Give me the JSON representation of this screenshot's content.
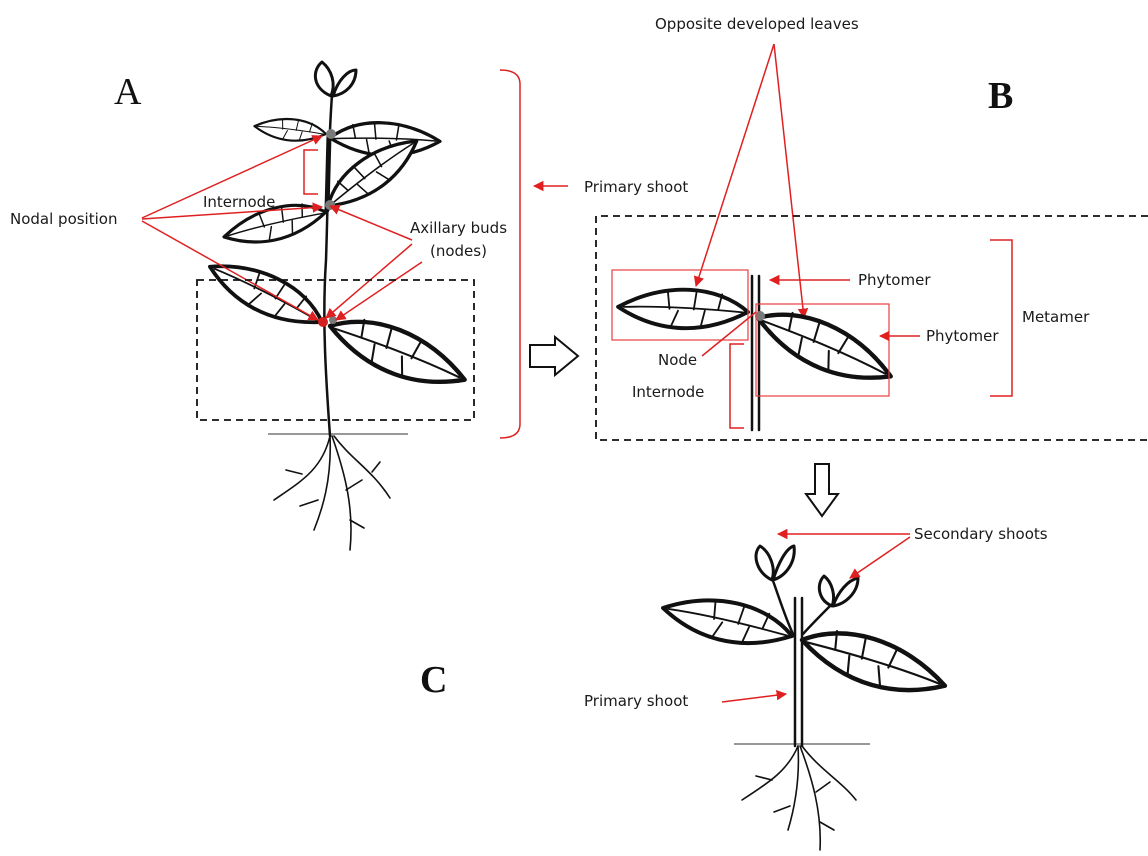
{
  "panels": {
    "a": "A",
    "b": "B",
    "c": "C"
  },
  "labels": {
    "nodal_position": "Nodal position",
    "internode_a": "Internode",
    "axillary_buds_line1": "Axillary buds",
    "axillary_buds_line2": "(nodes)",
    "primary_shoot_a": "Primary shoot",
    "opposite_leaves": "Opposite developed leaves",
    "phytomer_top": "Phytomer",
    "phytomer_right": "Phytomer",
    "metamer": "Metamer",
    "node": "Node",
    "internode_b": "Internode",
    "secondary_shoots": "Secondary shoots",
    "primary_shoot_c": "Primary shoot"
  },
  "colors": {
    "annotation": "#e02020",
    "ink": "#111111"
  }
}
